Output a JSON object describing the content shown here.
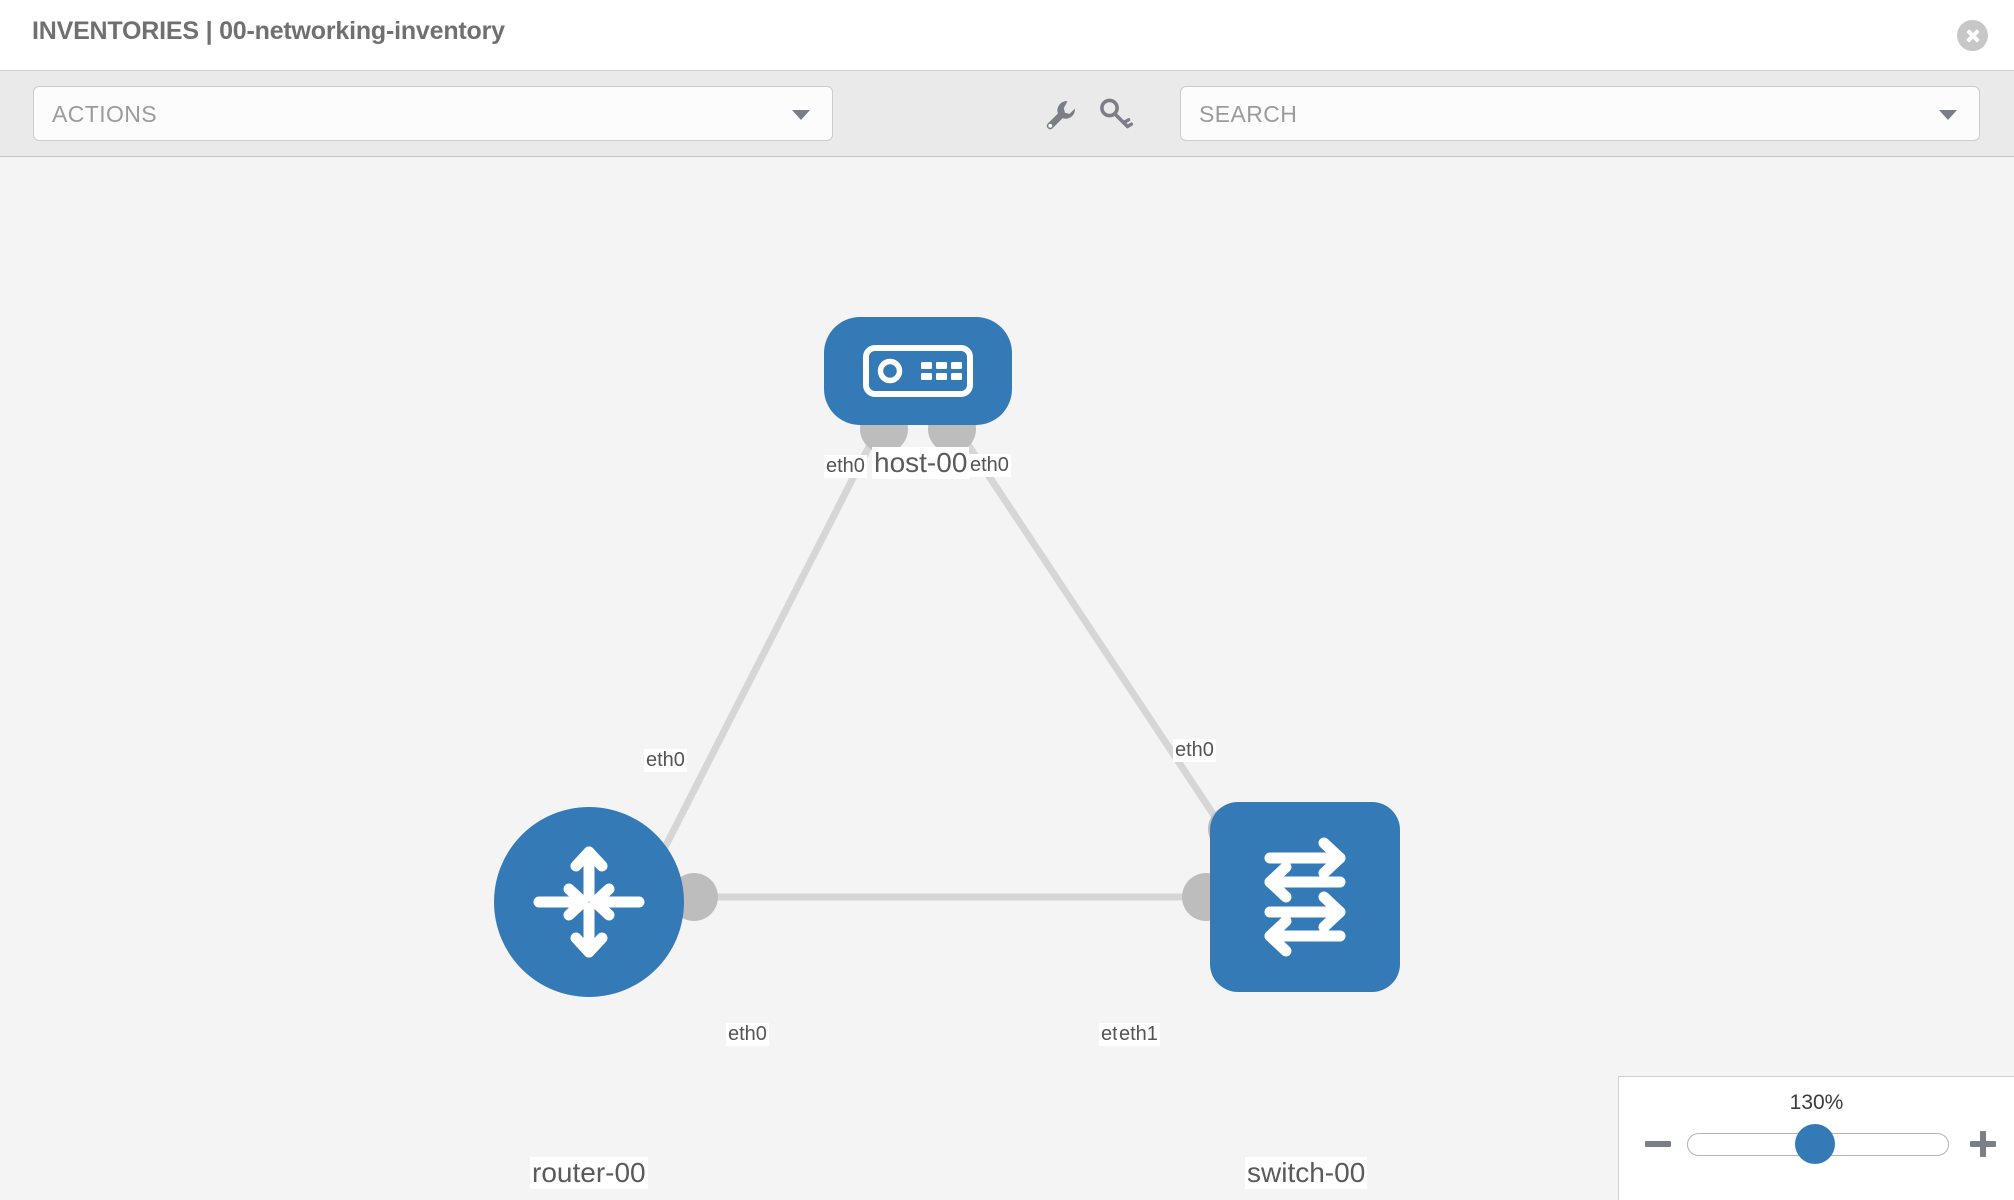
{
  "header": {
    "title": "INVENTORIES | 00-networking-inventory",
    "close_icon": "close-circle-icon"
  },
  "toolbar": {
    "actions_label": "ACTIONS",
    "actions_caret_icon": "chevron-down-icon",
    "wrench_icon": "wrench-icon",
    "key_icon": "key-icon",
    "search_placeholder": "SEARCH",
    "search_caret_icon": "chevron-down-icon"
  },
  "topology": {
    "accent_color": "#337ab7",
    "link_color": "#d4d4d4",
    "handle_color": "#b9b9b9",
    "canvas_color": "#f4f4f4",
    "nodes": [
      {
        "id": "host-00",
        "label": "host-00",
        "icon": "server-icon",
        "shape": "rounded-rect"
      },
      {
        "id": "router-00",
        "label": "router-00",
        "icon": "router-icon",
        "shape": "circle"
      },
      {
        "id": "switch-00",
        "label": "switch-00",
        "icon": "switch-icon",
        "shape": "rounded-square"
      }
    ],
    "link_labels": {
      "host_left": "eth0",
      "host_right": "eth0",
      "router_up": "eth0",
      "switch_up": "eth0",
      "router_side": "eth0",
      "switch_side_a": "eth0",
      "switch_side_b": "eth1"
    }
  },
  "zoom_control": {
    "value": "130%",
    "minus_label": "zoom-out",
    "plus_label": "zoom-in"
  }
}
